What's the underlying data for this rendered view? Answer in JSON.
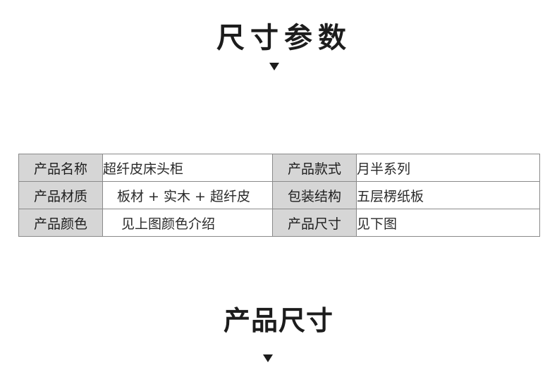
{
  "section1": {
    "title": "尺寸参数"
  },
  "spec_table": {
    "rows": [
      {
        "label_l": "产品名称",
        "value_l": "超纤皮床头柜",
        "label_r": "产品款式",
        "value_r": "月半系列"
      },
      {
        "label_l": "产品材质",
        "value_l": "板材 + 实木 + 超纤皮",
        "label_r": "包装结构",
        "value_r": "五层楞纸板"
      },
      {
        "label_l": "产品颜色",
        "value_l": "见上图颜色介绍",
        "label_r": "产品尺寸",
        "value_r": "见下图"
      }
    ]
  },
  "section2": {
    "title": "产品尺寸"
  },
  "icons": {
    "arrow_1": "triangle-down-icon",
    "arrow_2": "triangle-down-icon"
  },
  "colors": {
    "label_bg": "#d6d6d6",
    "border": "#8a8a8a",
    "title": "#1c1c1c"
  }
}
